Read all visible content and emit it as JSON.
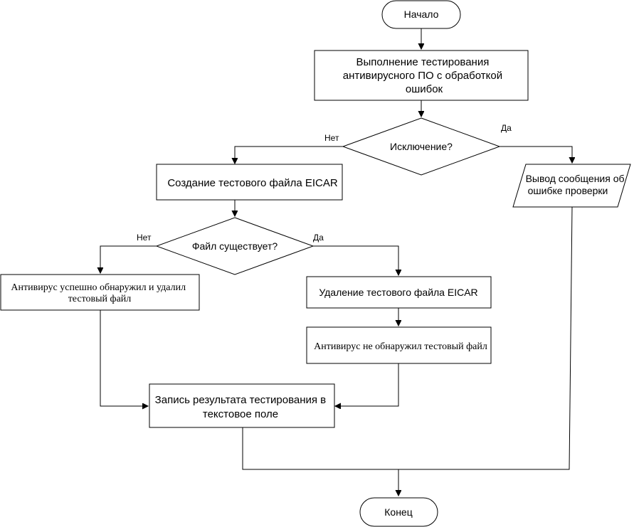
{
  "nodes": {
    "start": "Начало",
    "run_test": [
      "Выполнение тестирования",
      "антивирусного ПО с обработкой",
      "ошибок"
    ],
    "exception": "Исключение?",
    "error_output": [
      "Вывод сообщения об",
      "ошибке проверки"
    ],
    "create_eicar": "Создание тестового файла EICAR",
    "file_exists": "Файл существует?",
    "detected": [
      "Антивирус успешно обнаружил и удалил",
      "тестовый файл"
    ],
    "delete_eicar": "Удаление тестового файла EICAR",
    "not_detected": "Антивирус не обнаружил тестовый файл",
    "write_result": [
      "Запись результата тестирования в",
      "текстовое поле"
    ],
    "end": "Конец"
  },
  "edges": {
    "exception_no": "Нет",
    "exception_yes": "Да",
    "file_no": "Нет",
    "file_yes": "Да"
  }
}
